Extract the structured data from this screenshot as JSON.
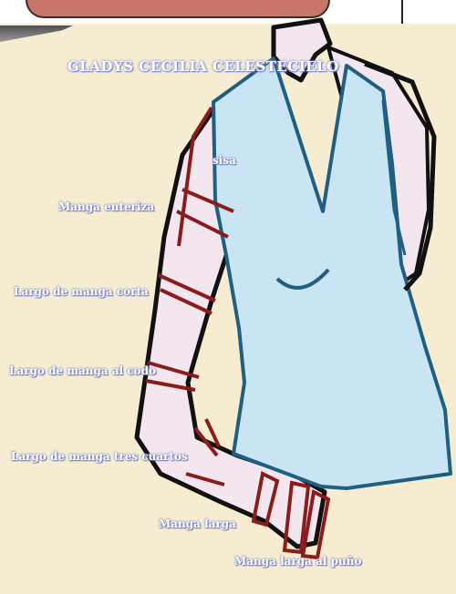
{
  "title": "GLADYS CECILIA CELESTECIELO",
  "labels": {
    "sisa": "sisa",
    "manga_enteriza": "Manga enteriza",
    "corta": "Largo de manga corta",
    "codo": "Largo de manga al codo",
    "tres_cuartos": "Largo de manga tres cuartos",
    "larga": "Manga larga",
    "puno": "Manga larga al puño"
  },
  "colors": {
    "background": "#f6ecd2",
    "vest": "#c9e4f3",
    "skin": "#f4e6ee",
    "sleeve_marks": "#8b1c1c",
    "outline": "#111111"
  }
}
